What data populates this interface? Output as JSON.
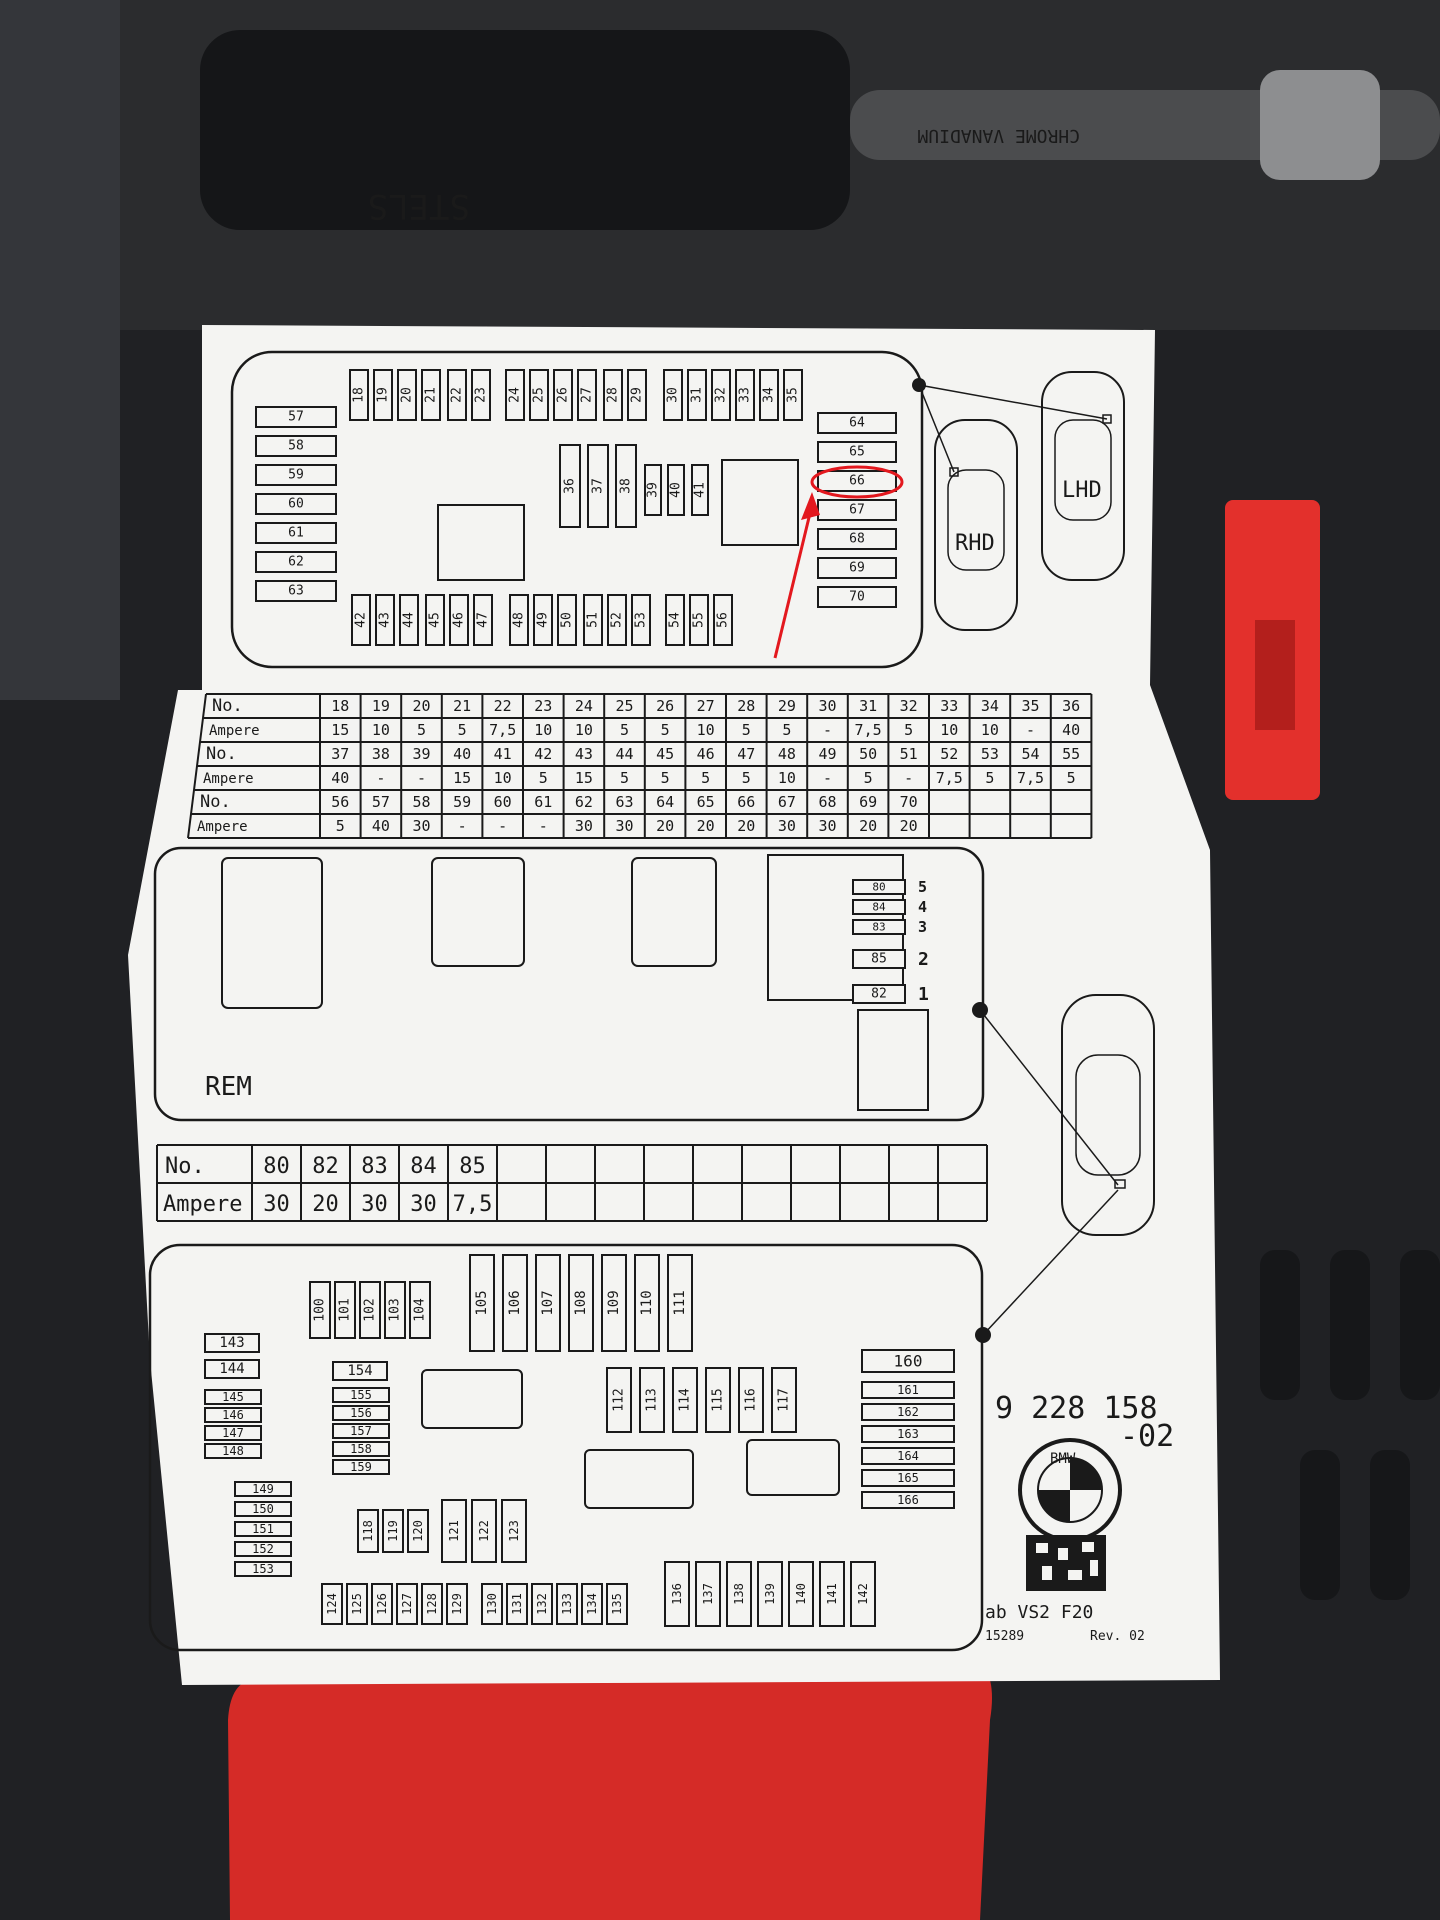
{
  "background": {
    "tool_text_1": "STELS",
    "tool_text_2": "CHROME VANADIUM"
  },
  "top_panel": {
    "fuses_top": [
      "18",
      "19",
      "20",
      "21",
      "22",
      "23",
      "24",
      "25",
      "26",
      "27",
      "28",
      "29",
      "30",
      "31",
      "32",
      "33",
      "34",
      "35"
    ],
    "fuses_left": [
      "57",
      "58",
      "59",
      "60",
      "61",
      "62",
      "63"
    ],
    "fuses_middle": [
      "36",
      "37",
      "38",
      "39",
      "40",
      "41"
    ],
    "fuses_right": [
      "64",
      "65",
      "66",
      "67",
      "68",
      "69",
      "70"
    ],
    "fuses_bottom": [
      "42",
      "43",
      "44",
      "45",
      "46",
      "47",
      "48",
      "49",
      "50",
      "51",
      "52",
      "53",
      "54",
      "55",
      "56"
    ],
    "highlighted_fuse": "66",
    "car_rhd": "RHD",
    "car_lhd": "LHD"
  },
  "ampere_table": {
    "rows": [
      {
        "label": "No.",
        "cells": [
          "18",
          "19",
          "20",
          "21",
          "22",
          "23",
          "24",
          "25",
          "26",
          "27",
          "28",
          "29",
          "30",
          "31",
          "32",
          "33",
          "34",
          "35",
          "36"
        ]
      },
      {
        "label": "Ampere",
        "cells": [
          "15",
          "10",
          "5",
          "5",
          "7,5",
          "10",
          "10",
          "5",
          "5",
          "10",
          "5",
          "5",
          "-",
          "7,5",
          "5",
          "10",
          "10",
          "-",
          "40"
        ]
      },
      {
        "label": "No.",
        "cells": [
          "37",
          "38",
          "39",
          "40",
          "41",
          "42",
          "43",
          "44",
          "45",
          "46",
          "47",
          "48",
          "49",
          "50",
          "51",
          "52",
          "53",
          "54",
          "55"
        ]
      },
      {
        "label": "Ampere",
        "cells": [
          "40",
          "-",
          "-",
          "15",
          "10",
          "5",
          "15",
          "5",
          "5",
          "5",
          "5",
          "10",
          "-",
          "5",
          "-",
          "7,5",
          "5",
          "7,5",
          "5"
        ]
      },
      {
        "label": "No.",
        "cells": [
          "56",
          "57",
          "58",
          "59",
          "60",
          "61",
          "62",
          "63",
          "64",
          "65",
          "66",
          "67",
          "68",
          "69",
          "70",
          "",
          "",
          "",
          ""
        ]
      },
      {
        "label": "Ampere",
        "cells": [
          "5",
          "40",
          "30",
          "-",
          "-",
          "-",
          "30",
          "30",
          "20",
          "20",
          "20",
          "30",
          "30",
          "20",
          "20",
          "",
          "",
          "",
          ""
        ]
      }
    ]
  },
  "rem_panel": {
    "label": "REM",
    "fuses": [
      {
        "no": "80",
        "slot": "5"
      },
      {
        "no": "84",
        "slot": "4"
      },
      {
        "no": "83",
        "slot": "3"
      },
      {
        "no": "85",
        "slot": "2"
      },
      {
        "no": "82",
        "slot": "1"
      }
    ]
  },
  "rem_table": {
    "no_label": "No.",
    "ampere_label": "Ampere",
    "no": [
      "80",
      "82",
      "83",
      "84",
      "85"
    ],
    "ampere": [
      "30",
      "20",
      "30",
      "30",
      "7,5"
    ]
  },
  "rear_panel": {
    "fuses_top": [
      "100",
      "101",
      "102",
      "103",
      "104",
      "105",
      "106",
      "107",
      "108",
      "109",
      "110",
      "111"
    ],
    "fuses_left1": [
      "143",
      "144",
      "145",
      "146",
      "147",
      "148",
      "149",
      "150",
      "151",
      "152",
      "153"
    ],
    "fuses_left2": [
      "154",
      "155",
      "156",
      "157",
      "158",
      "159"
    ],
    "fuses_mid": [
      "112",
      "113",
      "114",
      "115",
      "116",
      "117"
    ],
    "fuses_right": [
      "160",
      "161",
      "162",
      "163",
      "164",
      "165",
      "166"
    ],
    "fuses_small": [
      "118",
      "119",
      "120",
      "121",
      "122",
      "123"
    ],
    "fuses_bottom": [
      "124",
      "125",
      "126",
      "127",
      "128",
      "129",
      "130",
      "131",
      "132",
      "133",
      "134",
      "135",
      "136",
      "137",
      "138",
      "139",
      "140",
      "141",
      "142"
    ]
  },
  "footer": {
    "part_number_1": "9 228 158",
    "part_number_2": "-02",
    "brand": "BMW",
    "model": "ab VS2 F20",
    "code": "15289",
    "revision": "Rev. 02"
  }
}
